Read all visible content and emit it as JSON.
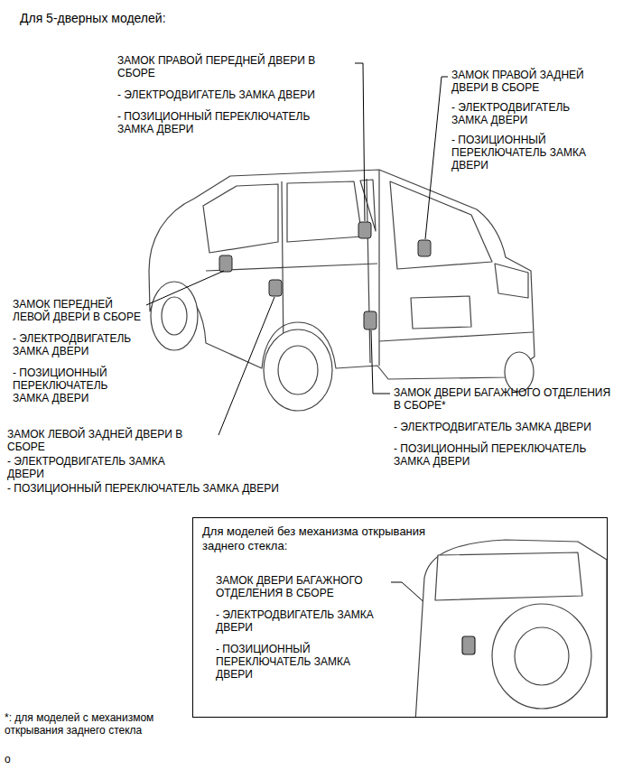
{
  "diagram": {
    "title": "Для 5-дверных моделей:",
    "nodes": [
      {
        "text": [
          "Для моделей без механизма открывания заднего стекла:",
          "ЗАМОК ДВЕРИ БАГАЖНОГО ОТДЕЛЕНИЯ В СБОРЕ",
          "- ЭЛЕКТРОДВИГАТЕЛЬ ЗАМКА ДВЕРИ",
          "- ПОЗИЦИОННЫЙ ПЕРЕКЛЮЧАТЕЛЬ ЗАМКА ДВЕРИ"
        ]
      }
    ],
    "labels": [
      "ЗАМОК ПРАВОЙ ПЕРЕДНЕЙ ДВЕРИ В СБОРЕ",
      "- ЭЛЕКТРОДВИГАТЕЛЬ ЗАМКА ДВЕРИ",
      "- ПОЗИЦИОННЫЙ ПЕРЕКЛЮЧАТЕЛЬ ЗАМКА ДВЕРИ",
      "ЗАМОК ПРАВОЙ ЗАДНЕЙ ДВЕРИ В СБОРЕ",
      "- ЭЛЕКТРОДВИГАТЕЛЬ ЗАМКА ДВЕРИ",
      "- ПОЗИЦИОННЫЙ ПЕРЕКЛЮЧАТЕЛЬ ЗАМКА ДВЕРИ",
      "ЗАМОК ПЕРЕДНЕЙ ЛЕВОЙ ДВЕРИ В СБОРЕ",
      "- ЭЛЕКТРОДВИГАТЕЛЬ ЗАМКА ДВЕРИ",
      "- ПОЗИЦИОННЫЙ ПЕРЕКЛЮЧАТЕЛЬ ЗАМКА ДВЕРИ",
      "ЗАМОК ЛЕВОЙ ЗАДНЕЙ ДВЕРИ В СБОРЕ",
      "- ЭЛЕКТРОДВИГАТЕЛЬ ЗАМКА ДВЕРИ",
      "- ПОЗИЦИОННЫЙ ПЕРЕКЛЮЧАТЕЛЬ ЗАМКА ДВЕРИ",
      "ЗАМОК ДВЕРИ БАГАЖНОГО ОТДЕЛЕНИЯ В СБОРЕ*",
      "- ЭЛЕКТРОДВИГАТЕЛЬ ЗАМКА ДВЕРИ",
      "- ПОЗИЦИОННЫЙ ПЕРЕКЛЮЧАТЕЛЬ ЗАМКА ДВЕРИ",
      "*: для моделей с механизмом открывания заднего стекла",
      "o"
    ]
  }
}
